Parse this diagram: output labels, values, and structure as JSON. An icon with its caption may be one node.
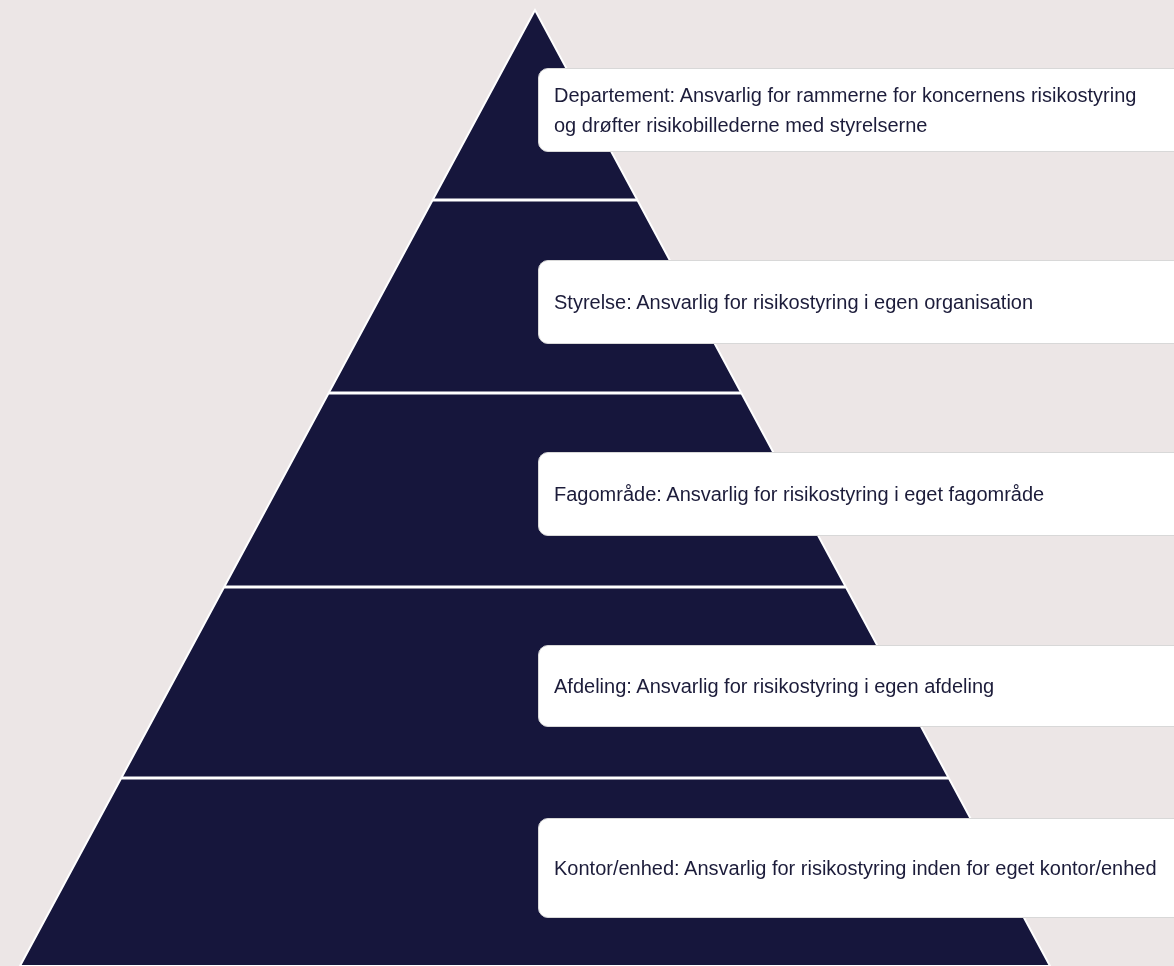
{
  "diagram": {
    "nodes": [
      {
        "text": [
          "Departement: Ansvarlig for rammerne for koncernens risikostyring og drøfter risikobillederne med styrelserne"
        ]
      },
      {
        "text": [
          "Styrelse: Ansvarlig for risikostyring i egen organisation"
        ]
      },
      {
        "text": [
          "Fagområde: Ansvarlig for risikostyring i eget fagområde"
        ]
      },
      {
        "text": [
          "Afdeling: Ansvarlig for risikostyring i egen afdeling"
        ]
      },
      {
        "text": [
          "Kontor/enhed: Ansvarlig for risikostyring inden for eget kontor/enhed"
        ]
      }
    ]
  }
}
